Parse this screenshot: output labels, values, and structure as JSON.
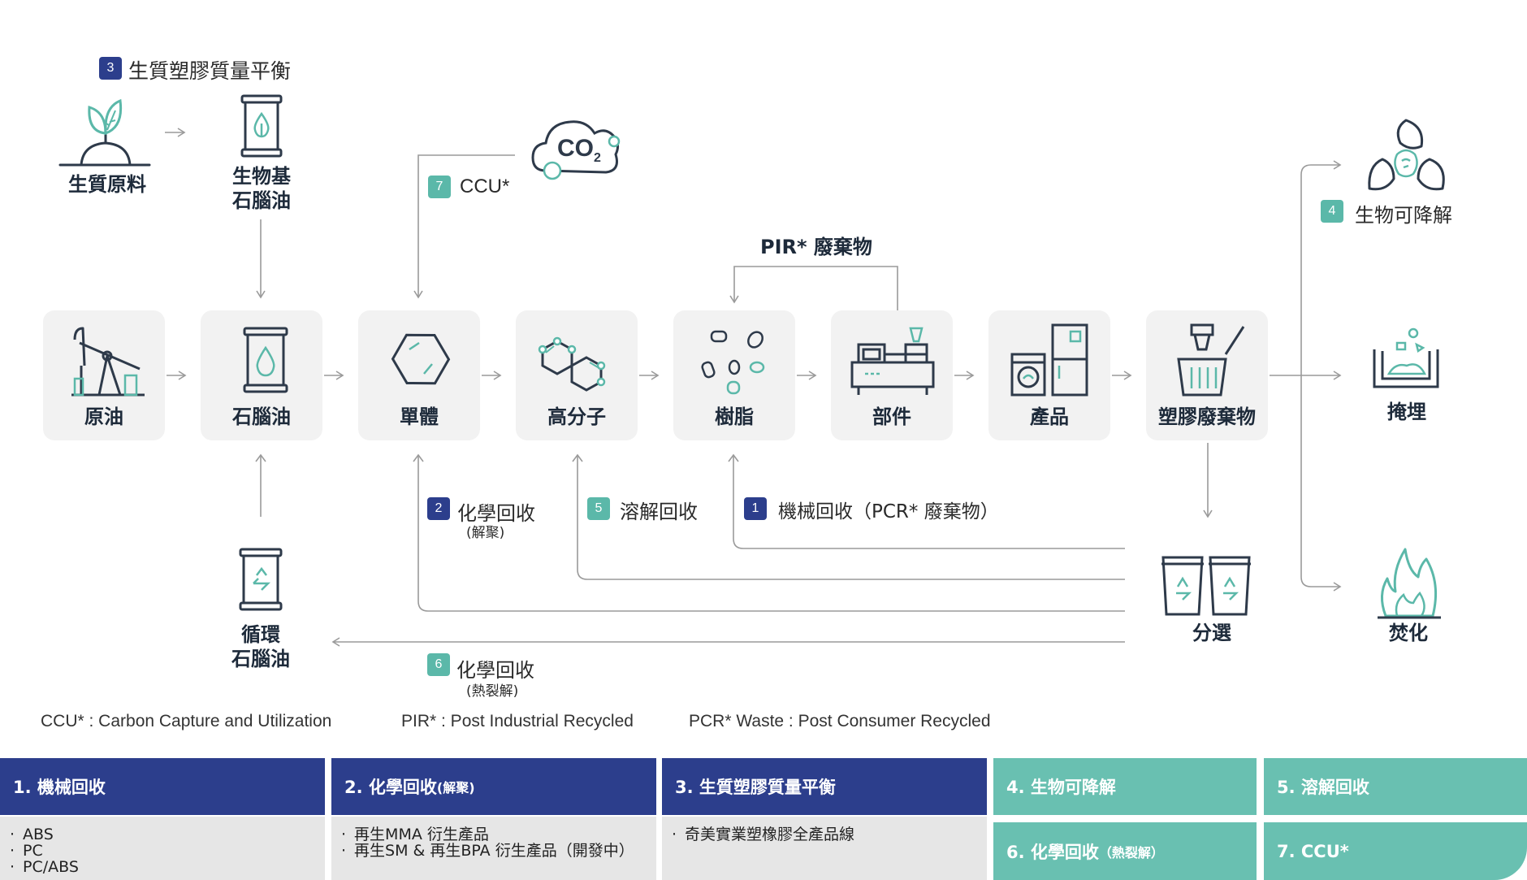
{
  "top": {
    "badge3": "3",
    "mass_balance": "生質塑膠質量平衡",
    "biomass": "生質原料",
    "bio_naphtha_1": "生物基",
    "bio_naphtha_2": "石腦油",
    "co2": "CO",
    "co2_sub": "2",
    "badge7": "7",
    "ccu": "CCU*",
    "pir_waste": "PIR* 廢棄物",
    "badge4": "4",
    "biodegradable": "生物可降解"
  },
  "nodes": {
    "crude_oil": "原油",
    "naphtha": "石腦油",
    "monomer": "單體",
    "polymer": "高分子",
    "resin": "樹脂",
    "parts": "部件",
    "product": "產品",
    "plastic_waste": "塑膠廢棄物",
    "landfill": "掩埋",
    "sorting": "分選",
    "incineration": "焚化",
    "circular_1": "循環",
    "circular_2": "石腦油"
  },
  "routes": {
    "badge2": "2",
    "chem_depoly": "化學回收",
    "chem_depoly_sub": "(解聚)",
    "badge5": "5",
    "dissolution": "溶解回收",
    "badge1": "1",
    "mechanical": "機械回收（PCR* 廢棄物）",
    "badge6": "6",
    "chem_pyro": "化學回收",
    "chem_pyro_sub": "(熱裂解)"
  },
  "legend": {
    "ccu": "CCU* :  Carbon Capture and Utilization",
    "pir": "PIR* : Post Industrial Recycled",
    "pcr": "PCR* Waste : Post Consumer Recycled"
  },
  "table": {
    "col1_title": "1. 機械回收",
    "col1_items": [
      "ABS",
      "PC",
      "PC/ABS"
    ],
    "col2_title": "2. 化學回收",
    "col2_title_small": "(解聚)",
    "col2_items": [
      "再生MMA 衍生產品",
      "再生SM & 再生BPA 衍生產品（開發中）"
    ],
    "col3_title": "3. 生質塑膠質量平衡",
    "col3_items": [
      "奇美實業塑橡膠全產品線"
    ],
    "col4_title": "4. 生物可降解",
    "col5_title": "5. 溶解回收",
    "col6_title": "6. 化學回收",
    "col6_title_small": "（熱裂解）",
    "col7_title": "7. CCU*"
  },
  "colors": {
    "navy": "#2c3e8c",
    "teal": "#5bb8a9",
    "icon": "#2e3a4a",
    "icon_accent": "#5bb8a9",
    "line": "#9a9a9a"
  }
}
